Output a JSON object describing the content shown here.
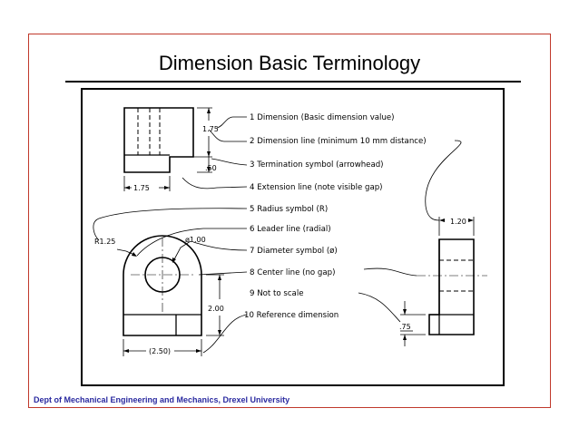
{
  "slide": {
    "title": "Dimension Basic Terminology",
    "footer": "Dept of Mechanical Engineering and Mechanics, Drexel University"
  },
  "colors": {
    "frame": "#c0392b",
    "footer_text": "#2a2aa0",
    "drawing_ink": "#000000",
    "figure_border": "#000000"
  },
  "legend": [
    {
      "n": "1",
      "text": "Dimension (Basic dimension value)"
    },
    {
      "n": "2",
      "text": "Dimension line (minimum 10 mm distance)"
    },
    {
      "n": "3",
      "text": "Termination symbol (arrowhead)"
    },
    {
      "n": "4",
      "text": "Extension line (note visible gap)"
    },
    {
      "n": "5",
      "text": "Radius symbol (R)"
    },
    {
      "n": "6",
      "text": "Leader line (radial)"
    },
    {
      "n": "7",
      "text": "Diameter symbol (ø)"
    },
    {
      "n": "8",
      "text": "Center line (no gap)"
    },
    {
      "n": "9",
      "text": "Not to scale"
    },
    {
      "n": "10",
      "text": "Reference dimension"
    }
  ],
  "dimensions": {
    "top_height": "1.75",
    "top_step": ".50",
    "top_width": "1.75",
    "radius": "R1.25",
    "diameter": "ø1.00",
    "front_height": "2.00",
    "reference_width": "(2.50)",
    "side_width": "1.20",
    "side_step": ".75"
  }
}
